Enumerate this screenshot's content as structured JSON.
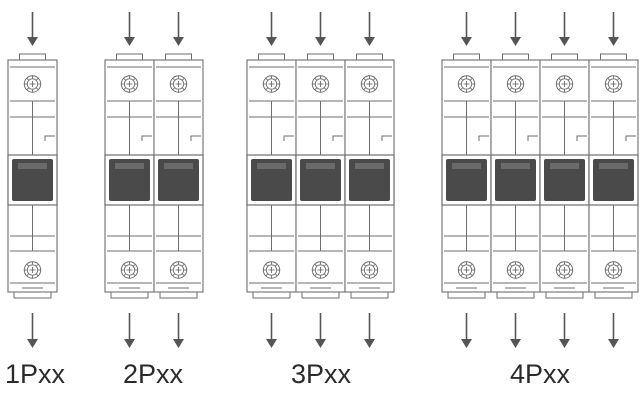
{
  "breaker_groups": [
    {
      "label": "1Pxx",
      "poles": 1
    },
    {
      "label": "2Pxx",
      "poles": 2
    },
    {
      "label": "3Pxx",
      "poles": 3
    },
    {
      "label": "4Pxx",
      "poles": 4
    }
  ],
  "icons": {
    "arrow": "arrow-down-icon",
    "terminal_screw": "terminal-screw-icon",
    "toggle": "toggle-lever-icon"
  },
  "colors": {
    "outline": "#6e6e6e",
    "lever": "#4a4a4a",
    "arrow": "#555555",
    "label": "#2b2b2b"
  }
}
